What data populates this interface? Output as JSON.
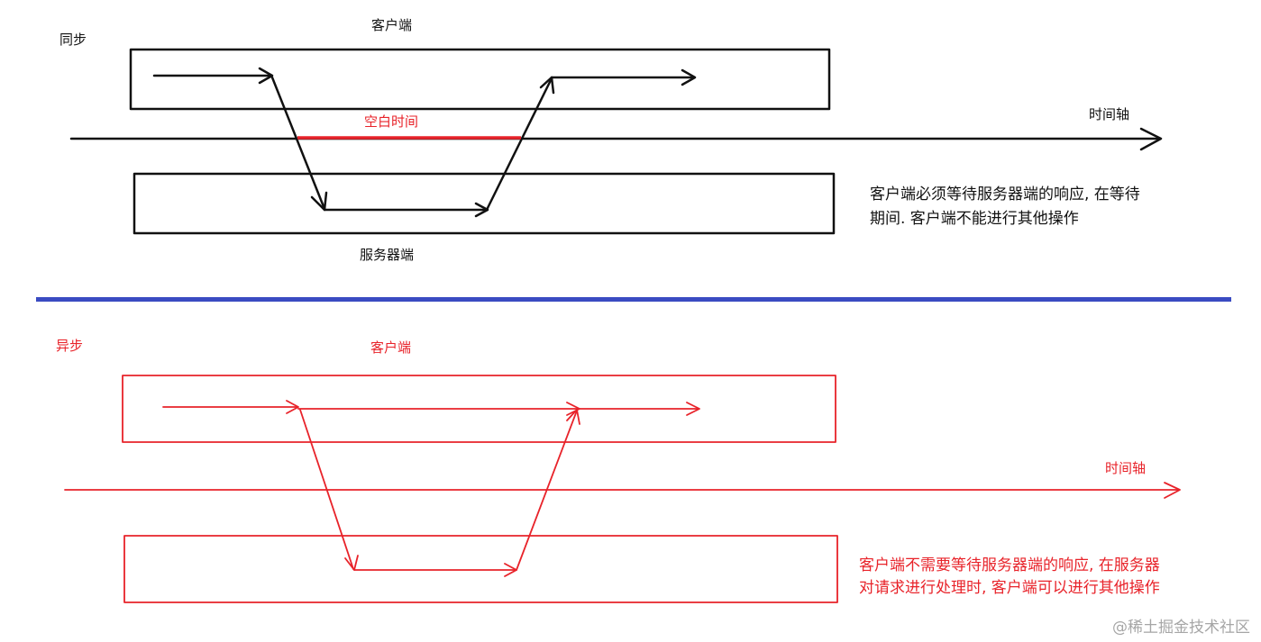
{
  "sync": {
    "title": "同步",
    "client_label": "客户端",
    "server_label": "服务器端",
    "gap_label": "空白时间",
    "timeline_label": "时间轴",
    "note_line1": "客户端必须等待服务器端的响应, 在等待",
    "note_line2": "期间. 客户端不能进行其他操作",
    "color": "#111111",
    "gap_color": "#e8232a"
  },
  "async": {
    "title": "异步",
    "client_label": "客户端",
    "timeline_label": "时间轴",
    "note_line1": "客户端不需要等待服务器端的响应, 在服务器",
    "note_line2": "对请求进行处理时, 客户端可以进行其他操作",
    "color": "#e8232a"
  },
  "divider_color": "#3a4bc2",
  "watermark": "@稀土掘金技术社区"
}
